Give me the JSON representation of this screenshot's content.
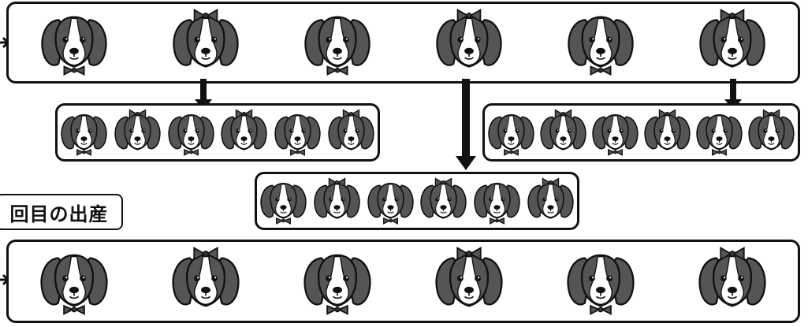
{
  "birth_label": "回目の出産",
  "top_row": {
    "dogs": [
      "plain",
      "bow",
      "plain",
      "bow",
      "plain",
      "bow"
    ]
  },
  "litters": [
    {
      "dogs": [
        "plain",
        "bow",
        "plain",
        "bow",
        "plain",
        "bow"
      ]
    },
    {
      "dogs": [
        "plain",
        "bow",
        "plain",
        "bow",
        "plain",
        "bow"
      ]
    },
    {
      "dogs": [
        "plain",
        "bow",
        "plain",
        "bow",
        "plain",
        "bow"
      ]
    }
  ],
  "bottom_row": {
    "dogs": [
      "plain",
      "bow",
      "plain",
      "bow",
      "plain",
      "bow"
    ]
  },
  "colors": {
    "fur_dark": "#555555",
    "fur_light": "#ffffff",
    "outline": "#111111",
    "arrow": "#111111"
  },
  "icons": {
    "plain": "beagle-with-bowtie-icon",
    "bow": "beagle-with-hair-bow-icon"
  }
}
